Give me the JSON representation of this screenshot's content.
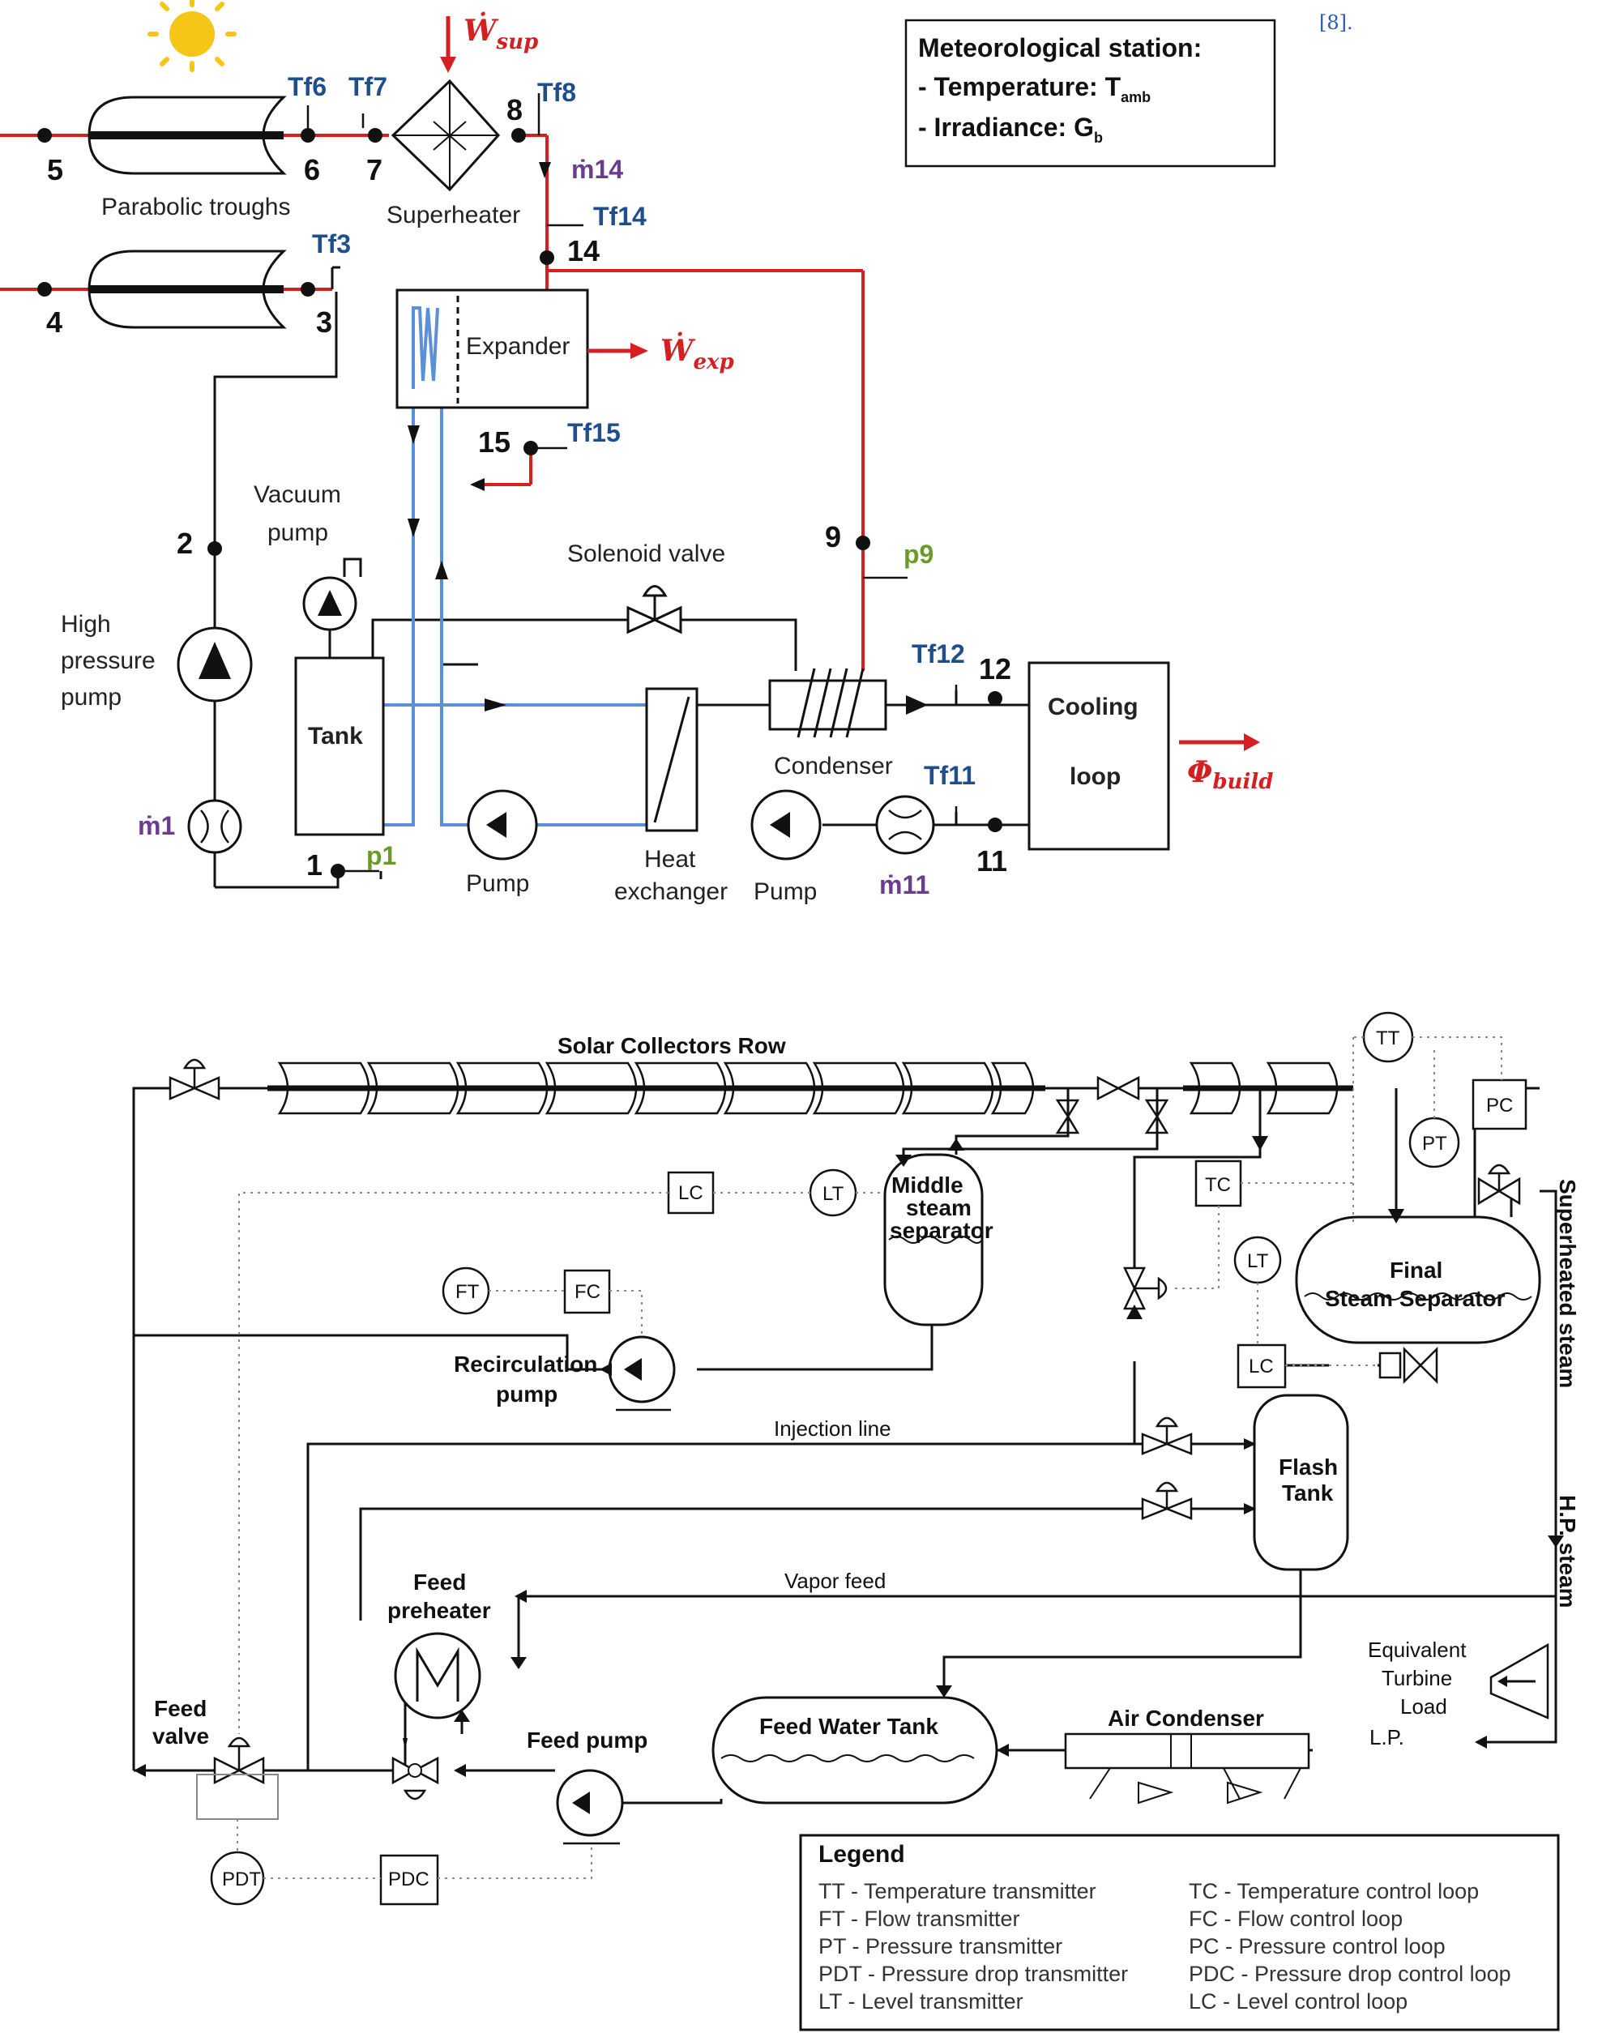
{
  "reference": "[8].",
  "top_diagram": {
    "w_sup": "Ẇ",
    "w_sup_sub": "sup",
    "w_exp": "Ẇ",
    "w_exp_sub": "exp",
    "phi_build": "Φ",
    "phi_build_sub": "build",
    "station": {
      "title": "Meteorological station:",
      "temp": "- Temperature: T",
      "temp_sub": "amb",
      "irr": "- Irradiance: G",
      "irr_sub": "b"
    },
    "labels": {
      "parabolic_troughs": "Parabolic troughs",
      "superheater": "Superheater",
      "expander": "Expander",
      "vacuum_pump": "Vacuum",
      "vacuum_pump2": "pump",
      "high": "High",
      "pressure": "pressure",
      "pump": "pump",
      "tank": "Tank",
      "solenoid_valve": "Solenoid valve",
      "condenser": "Condenser",
      "cooling": "Cooling",
      "loop": "loop",
      "pump_a": "Pump",
      "heat": "Heat",
      "exchanger": "exchanger",
      "pump_b": "Pump"
    },
    "nodes": {
      "n1": "1",
      "n2": "2",
      "n3": "3",
      "n4": "4",
      "n5": "5",
      "n6": "6",
      "n7": "7",
      "n8": "8",
      "n9": "9",
      "n11": "11",
      "n12": "12",
      "n14": "14",
      "n15": "15"
    },
    "temps": {
      "tf3": "Tf3",
      "tf6": "Tf6",
      "tf7": "Tf7",
      "tf8": "Tf8",
      "tf11": "Tf11",
      "tf12": "Tf12",
      "tf14": "Tf14",
      "tf15": "Tf15"
    },
    "pressures": {
      "p1": "p1",
      "p9": "p9"
    },
    "flows": {
      "m1": "ṁ1",
      "m11": "ṁ11",
      "m14": "ṁ14"
    }
  },
  "bottom_diagram": {
    "title": "Solar Collectors Row",
    "middle1": "Middle",
    "middle2": "steam",
    "middle3": "separator",
    "final1": "Final",
    "final2": "Steam Separator",
    "flash1": "Flash",
    "flash2": "Tank",
    "recirc1": "Recirculation",
    "recirc2": "pump",
    "injection_line": "Injection line",
    "vapor_feed": "Vapor feed",
    "feed_pre1": "Feed",
    "feed_pre2": "preheater",
    "feed_valve1": "Feed",
    "feed_valve2": "valve",
    "feed_pump": "Feed pump",
    "feed_water_tank": "Feed Water Tank",
    "air_condenser": "Air Condenser",
    "turbine1": "Equivalent",
    "turbine2": "Turbine",
    "turbine3": "Load",
    "lp": "L.P.",
    "superheated_steam": "Superheated steam",
    "hp_steam": "H.P. steam",
    "tags": {
      "tt": "TT",
      "pt": "PT",
      "pc": "PC",
      "tc": "TC",
      "lt1": "LT",
      "lc1": "LC",
      "lt2": "LT",
      "lc2": "LC",
      "ft": "FT",
      "fc": "FC",
      "pdt": "PDT",
      "pdc": "PDC"
    },
    "legend": {
      "title": "Legend",
      "left": [
        "TT - Temperature transmitter",
        "FT - Flow transmitter",
        "PT - Pressure transmitter",
        "PDT - Pressure drop transmitter",
        "LT - Level transmitter"
      ],
      "right": [
        "TC - Temperature control loop",
        "FC - Flow control loop",
        "PC - Pressure control loop",
        "PDC - Pressure drop control loop",
        "LC - Level control loop"
      ]
    }
  }
}
